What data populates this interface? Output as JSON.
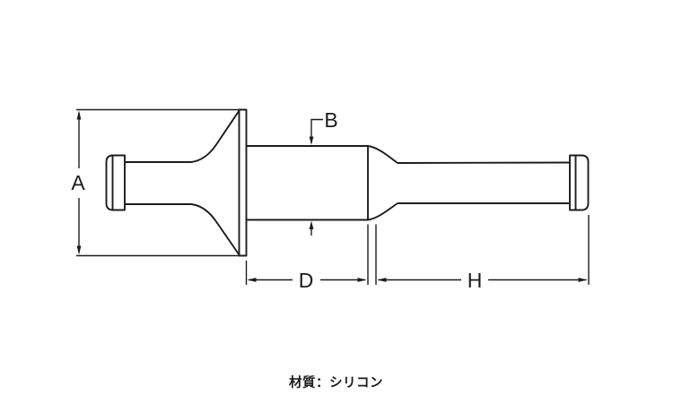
{
  "drawing": {
    "title": "silicone-part-dimension-drawing",
    "line_color": "#1c1c1c",
    "background_color": "#ffffff",
    "dimensions": {
      "a_label": "A",
      "b_label": "B",
      "d_label": "D",
      "h_label": "H"
    },
    "material_note": "材質：シリコン"
  }
}
